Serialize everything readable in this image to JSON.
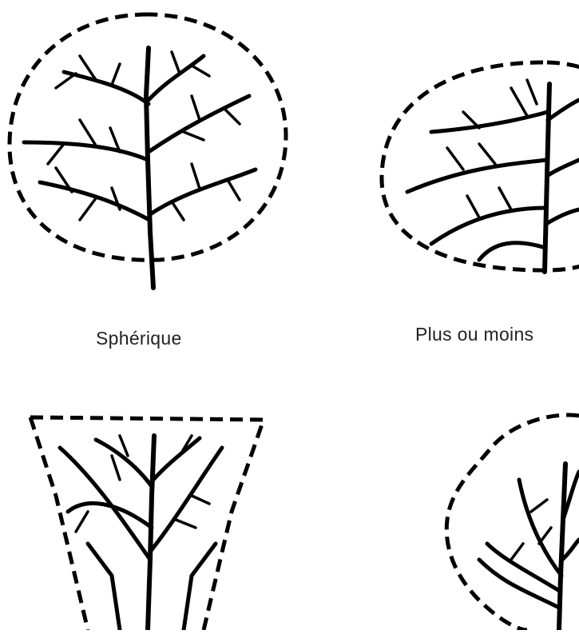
{
  "shapes": [
    {
      "id": "spherical",
      "label": "Sphérique"
    },
    {
      "id": "ovoid",
      "label": "Plus ou moins"
    },
    {
      "id": "conical",
      "label": ""
    },
    {
      "id": "irregular",
      "label": ""
    }
  ],
  "colors": {
    "ink": "#000000",
    "background": "#ffffff",
    "caption": "#222222"
  }
}
